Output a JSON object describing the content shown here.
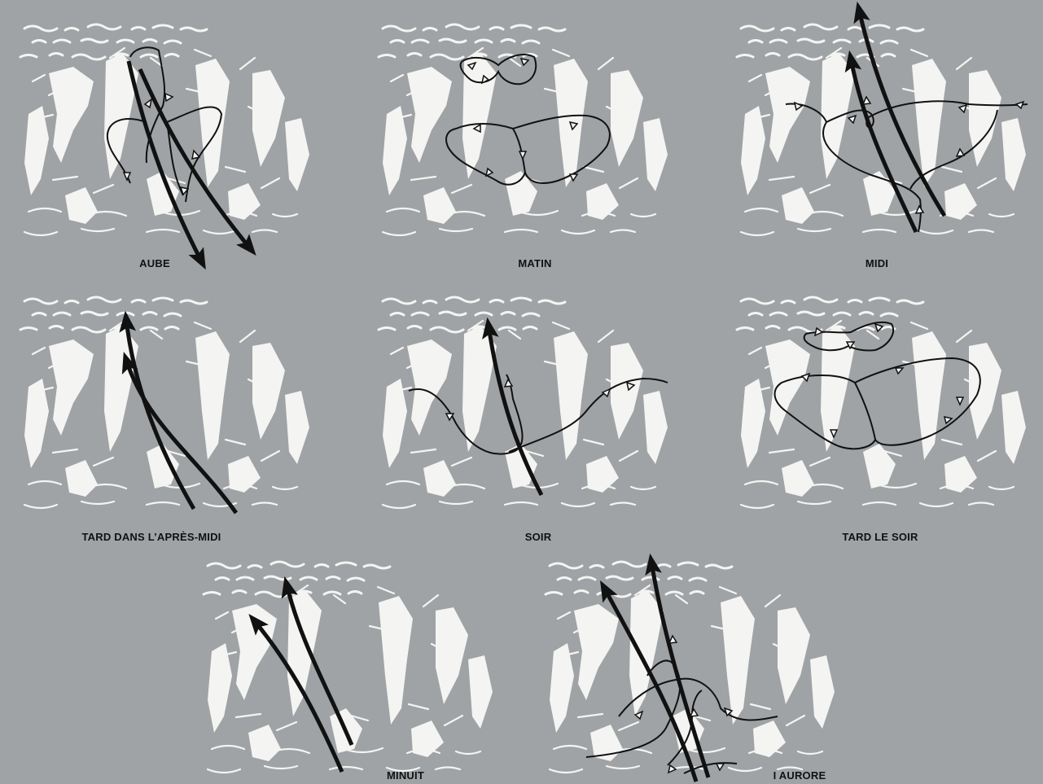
{
  "figure": {
    "background": "#9fa3a6",
    "terrain_color": "#f4f4f2",
    "arrow_color": "#111111",
    "panels": [
      {
        "label": "AUBE",
        "pattern": "drainage-downvalley"
      },
      {
        "label": "MATIN",
        "pattern": "local-slope-circulation"
      },
      {
        "label": "MIDI",
        "pattern": "upvalley-with-slope-winds"
      },
      {
        "label": "TARD DANS L’APRÈS-MIDI",
        "pattern": "upvalley"
      },
      {
        "label": "SOIR",
        "pattern": "upvalley-transition"
      },
      {
        "label": "TARD LE SOIR",
        "pattern": "local-slope-circulation"
      },
      {
        "label": "MINUIT",
        "pattern": "upvalley"
      },
      {
        "label": "I AURORE",
        "pattern": "upvalley-with-slope-winds"
      }
    ]
  }
}
